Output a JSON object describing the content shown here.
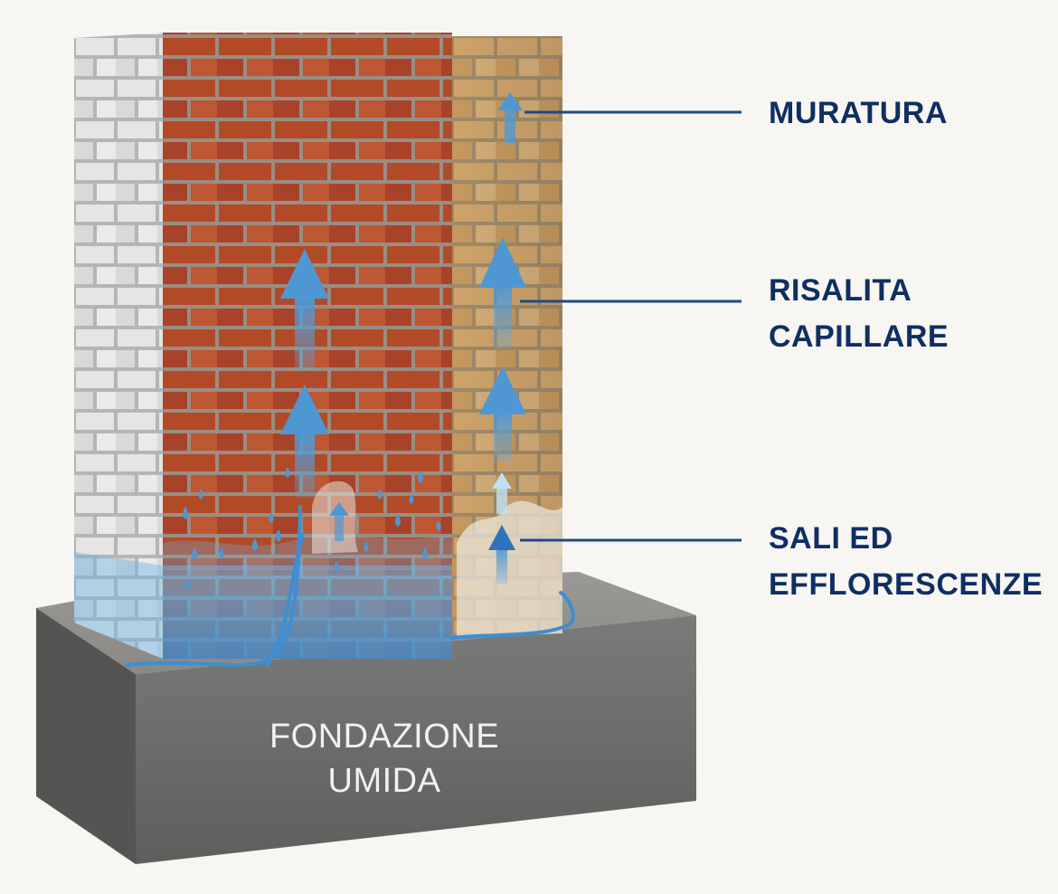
{
  "labels": {
    "muratura": "MURATURA",
    "risalita_line1": "RISALITA",
    "risalita_line2": "CAPILLARE",
    "sali_line1": "SALI ED",
    "sali_line2": "EFFLORESCENZE",
    "fondazione_line1": "FONDAZIONE",
    "fondazione_line2": "UMIDA"
  },
  "colors": {
    "label_text": "#0f2f63",
    "callout_line": "#1c4a86",
    "brick_red": "#b24a28",
    "brick_tan": "#d2a56a",
    "brick_white": "#eaeaea",
    "mortar": "#9c9388",
    "concrete": "#6f6f6d",
    "water_blue": "#5aa7de",
    "arrow_blue": "#4f97d3"
  }
}
